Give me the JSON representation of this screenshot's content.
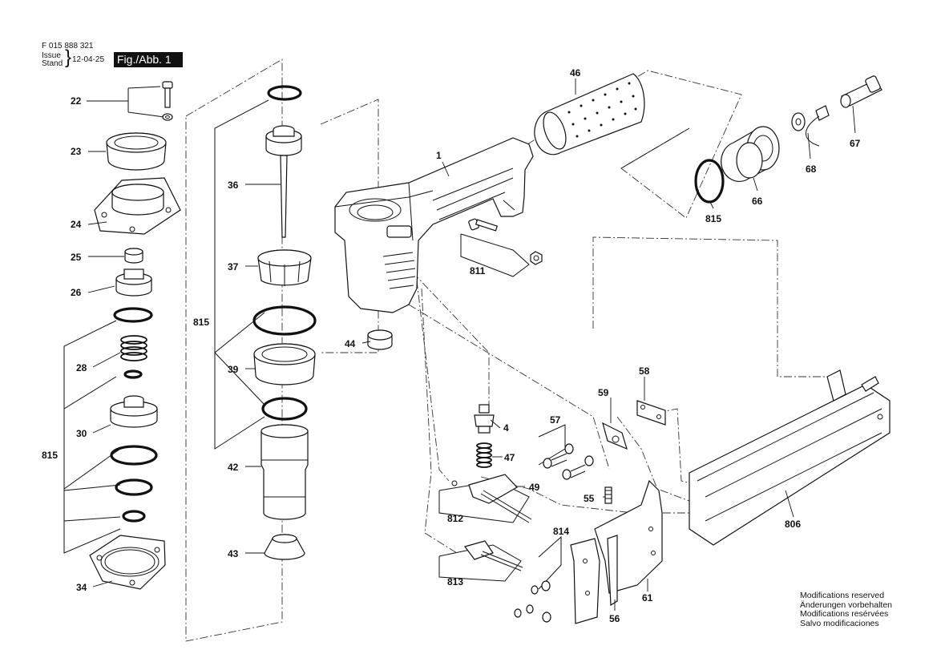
{
  "header": {
    "doc_number": "F 015 888 321",
    "issue_label": "Issue",
    "stand_label": "Stand",
    "date": "12-04-25",
    "figure": "Fig./Abb. 1"
  },
  "callouts": {
    "c1": "1",
    "c4": "4",
    "c22": "22",
    "c23": "23",
    "c24": "24",
    "c25": "25",
    "c26": "26",
    "c28": "28",
    "c30": "30",
    "c34": "34",
    "c36": "36",
    "c37": "37",
    "c39": "39",
    "c42": "42",
    "c43": "43",
    "c44": "44",
    "c46": "46",
    "c47": "47",
    "c49": "49",
    "c55": "55",
    "c56": "56",
    "c57": "57",
    "c58": "58",
    "c59": "59",
    "c61": "61",
    "c66": "66",
    "c67": "67",
    "c68": "68",
    "c806": "806",
    "c811": "811",
    "c812": "812",
    "c813": "813",
    "c814": "814",
    "c815a": "815",
    "c815b": "815",
    "c815c": "815"
  },
  "notice": {
    "line1": "Modifications reserved",
    "line2": "Änderungen vorbehalten",
    "line3": "Modifications resérvées",
    "line4": "Salvo modificaciones"
  }
}
